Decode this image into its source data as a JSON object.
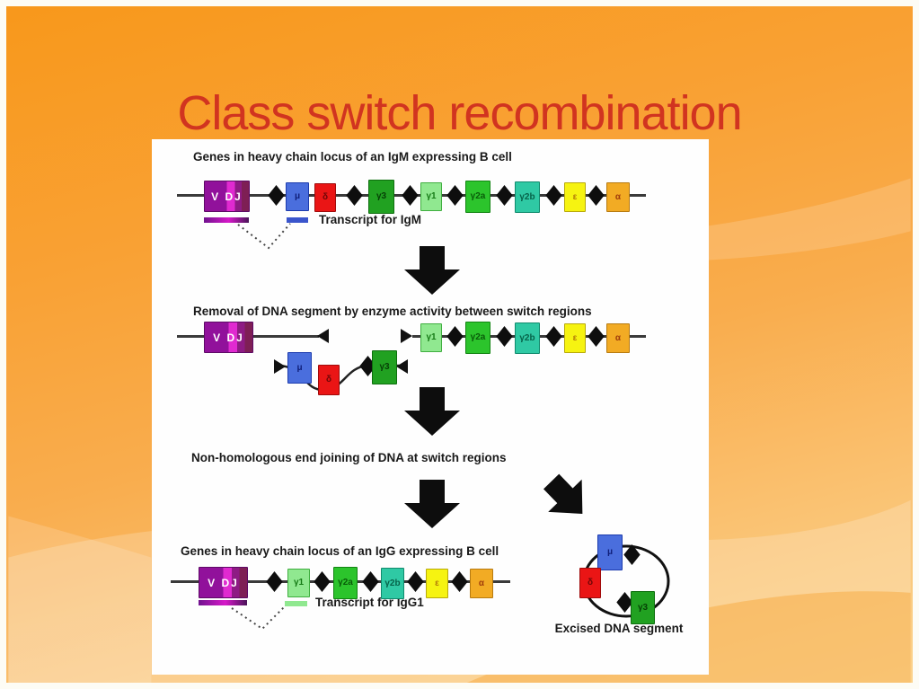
{
  "title": "Class switch recombination",
  "steps": {
    "igm": {
      "heading": "Genes in heavy chain locus of an IgM expressing B cell",
      "transcript": "Transcript for IgM"
    },
    "removal": {
      "heading": "Removal of DNA segment by enzyme activity between switch regions"
    },
    "nhej": {
      "heading": "Non-homologous end joining of DNA at switch regions"
    },
    "igg": {
      "heading": "Genes in heavy chain locus of an IgG expressing B cell",
      "transcript": "Transcript for IgG1"
    },
    "excised": {
      "label": "Excised DNA segment"
    }
  },
  "genes": {
    "vdj": "V DJ",
    "mu": "μ",
    "delta": "δ",
    "gamma3": "γ3",
    "gamma1": "γ1",
    "gamma2a": "γ2a",
    "gamma2b": "γ2b",
    "epsilon": "ε",
    "alpha": "α"
  },
  "colors": {
    "title": "#d13420",
    "background_top": "#f8981b",
    "background_bottom": "#fbd28b",
    "panel": "#fefefe",
    "vdj": "#91119b",
    "vdj_stripe": "#e02ad0",
    "mu": "#4a6edd",
    "delta": "#ea1515",
    "gamma3": "#21a121",
    "gamma1": "#90e890",
    "gamma2a": "#2cc42c",
    "gamma2b": "#2fc9a4",
    "epsilon": "#f6f311",
    "alpha": "#f2ab24",
    "switch_diamond": "#0e0e0e"
  }
}
